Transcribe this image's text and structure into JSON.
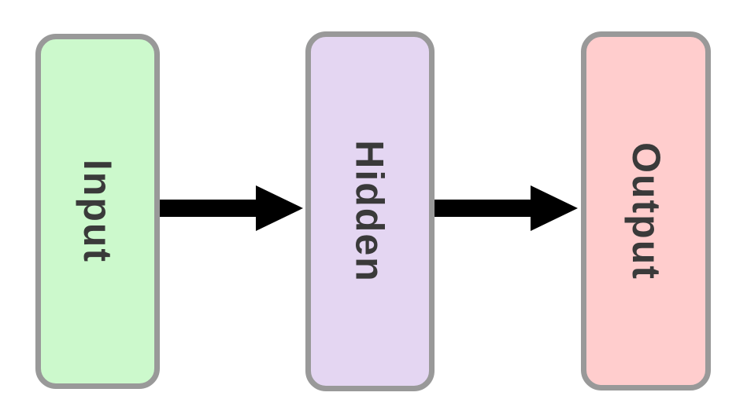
{
  "diagram": {
    "type": "flow-diagram",
    "direction": "left-to-right",
    "text_color": "#3a3a3a",
    "border_color": "#999999",
    "nodes": [
      {
        "id": "input",
        "label": "Input",
        "fill": "#ccf9cc",
        "border": "#999999"
      },
      {
        "id": "hidden",
        "label": "Hidden",
        "fill": "#e4d6f2",
        "border": "#999999"
      },
      {
        "id": "output",
        "label": "Output",
        "fill": "#ffcdcd",
        "border": "#999999"
      }
    ],
    "arrows": [
      {
        "from": "Input",
        "to": "Hidden",
        "color": "#000000"
      },
      {
        "from": "Hidden",
        "to": "Output",
        "color": "#000000"
      }
    ]
  }
}
